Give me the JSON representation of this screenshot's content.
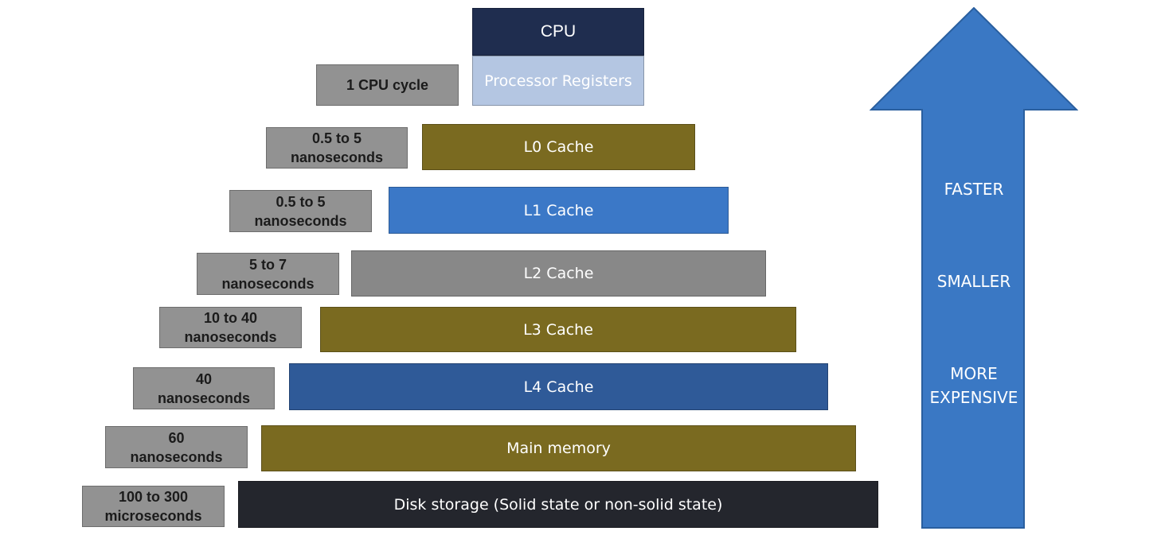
{
  "cpu": {
    "label": "CPU",
    "registers_label": "Processor Registers",
    "top_color": "#1f2d4f",
    "registers_color": "#b4c6e2"
  },
  "tiers": [
    {
      "label": "L0 Cache",
      "latency": "0.5 to 5\nnanoseconds",
      "color": "#7a6a20"
    },
    {
      "label": "L1 Cache",
      "latency": "0.5 to 5\nnanoseconds",
      "color": "#3b78c7"
    },
    {
      "label": "L2 Cache",
      "latency": "5 to 7\nnanoseconds",
      "color": "#888888"
    },
    {
      "label": "L3 Cache",
      "latency": "10 to 40\nnanoseconds",
      "color": "#7a6a20"
    },
    {
      "label": "L4 Cache",
      "latency": "40\nnanoseconds",
      "color": "#2f5a98"
    },
    {
      "label": "Main memory",
      "latency": "60\nnanoseconds",
      "color": "#7a6a20"
    },
    {
      "label": "Disk storage (Solid state or non-solid state)",
      "latency": "100 to 300\nmicroseconds",
      "color": "#24262d"
    }
  ],
  "cpu_cycle_label": "1 CPU cycle",
  "arrow": {
    "color": "#3a78c4",
    "faster": "FASTER",
    "smaller": "SMALLER",
    "expensive": "MORE\nEXPENSIVE"
  }
}
